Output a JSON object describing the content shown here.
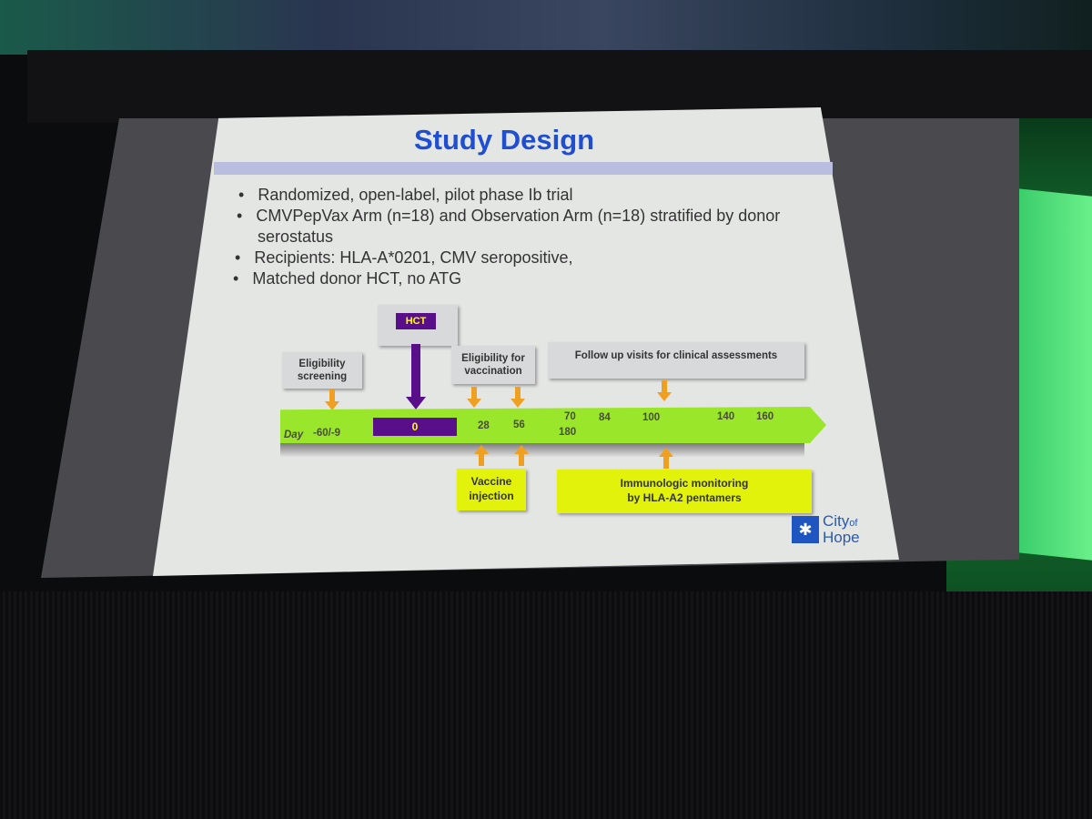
{
  "slide": {
    "title": "Study Design",
    "bullets": [
      "Randomized, open-label, pilot phase Ib trial",
      "CMVPepVax Arm (n=18) and Observation Arm (n=18) stratified by donor",
      "serostatus",
      "Recipients: HLA-A*0201, CMV seropositive,",
      "Matched donor HCT, no ATG"
    ],
    "bullet_symbol": "•",
    "timeline": {
      "boxes": {
        "eligibility_screening": [
          "Eligibility",
          "screening"
        ],
        "hct": "HCT",
        "eligibility_vaccination": [
          "Eligibility for",
          "vaccination"
        ],
        "follow_up": "Follow up visits for clinical assessments",
        "vaccine_injection": [
          "Vaccine",
          "injection"
        ],
        "immunologic_monitoring": [
          "Immunologic monitoring",
          "by HLA-A2 pentamers"
        ]
      },
      "day_label": "Day",
      "days": {
        "pre": "-60/-9",
        "zero": "0",
        "d28": "28",
        "d56": "56",
        "d70": "70",
        "d180": "180",
        "d84": "84",
        "d100": "100",
        "d140": "140",
        "d160": "160"
      },
      "colors": {
        "bar": "#9ae62a",
        "hct": "#5a0f8a",
        "arrow": "#f0a020",
        "highlight_box": "#e2f20a"
      }
    },
    "logo": {
      "line1": "City",
      "line1_small": "of",
      "line2": "Hope"
    }
  }
}
